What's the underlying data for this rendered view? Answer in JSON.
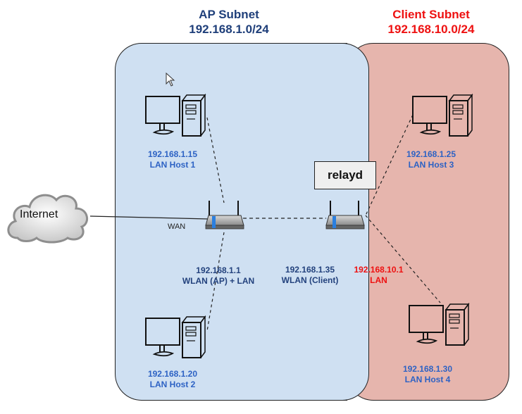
{
  "subnets": {
    "ap": {
      "name": "AP Subnet",
      "cidr": "192.168.1.0/24",
      "color": "#1f3f7a",
      "fill": "#cfe0f2"
    },
    "client": {
      "name": "Client Subnet",
      "cidr": "192.168.10.0/24",
      "color": "#ee1111",
      "fill": "#e6b5ad"
    }
  },
  "internet": {
    "label": "Internet"
  },
  "wan_label": "WAN",
  "relayd": {
    "label": "relayd"
  },
  "main_router": {
    "ip": "192.168.1.1",
    "role": "WLAN (AP) + LAN"
  },
  "client_router": {
    "wlan_ip": "192.168.1.35",
    "wlan_role": "WLAN (Client)",
    "lan_ip": "192.168.10.1",
    "lan_role": "LAN"
  },
  "hosts": [
    {
      "ip": "192.168.1.15",
      "name": "LAN Host 1"
    },
    {
      "ip": "192.168.1.20",
      "name": "LAN Host 2"
    },
    {
      "ip": "192.168.1.25",
      "name": "LAN Host 3"
    },
    {
      "ip": "192.168.1.30",
      "name": "LAN Host 4"
    }
  ]
}
